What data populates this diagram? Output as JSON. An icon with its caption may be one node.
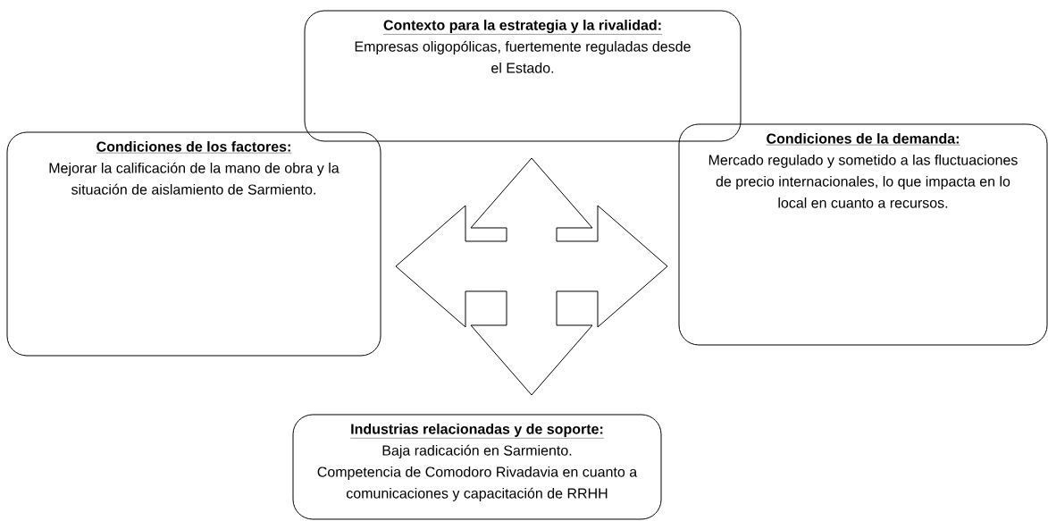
{
  "diagram": {
    "nodes": [
      {
        "text": [
          "Contexto para la estrategia y la rivalidad:",
          "Empresas oligopólicas, fuertemente reguladas desde el Estado."
        ]
      },
      {
        "text": [
          "Condiciones de los factores:",
          "Mejorar la calificación de la mano de obra y la situación de aislamiento de Sarmiento."
        ]
      },
      {
        "text": [
          "Condiciones de la demanda:",
          "Mercado regulado y sometido a las fluctuaciones de precio internacionales, lo que impacta en lo local en cuanto a recursos."
        ]
      },
      {
        "text": [
          "Industrias relacionadas y de soporte:",
          "Baja radicación en Sarmiento.",
          "Competencia de Comodoro Rivadavia en cuanto a comunicaciones y capacitación de RRHH"
        ]
      }
    ],
    "edges": [
      {
        "from": 0,
        "to": 3,
        "arrow": "both"
      },
      {
        "from": 1,
        "to": 2,
        "arrow": "both"
      }
    ]
  }
}
